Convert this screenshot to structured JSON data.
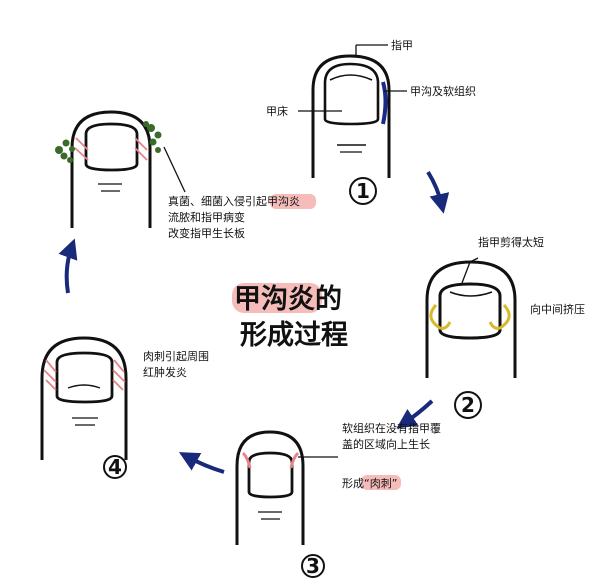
{
  "title": {
    "line1_highlight": "甲沟炎",
    "line1_rest": "的",
    "line2": "形成过程"
  },
  "labels": {
    "nail": "指甲",
    "nail_fold": "甲沟及软组织",
    "nail_bed": "甲床"
  },
  "stages": [
    {
      "number": "1"
    },
    {
      "number": "2",
      "lines": [
        "指甲剪得太短"
      ],
      "side_label": "向中间挤压"
    },
    {
      "number": "3",
      "lines": [
        "软组织在没有指甲覆",
        "盖的区域向上生长"
      ],
      "last_line_prefix": "形成",
      "last_line_highlight": "“肉刺”"
    },
    {
      "number": "4",
      "lines": [
        "肉刺引起周围",
        "红肿发炎"
      ]
    },
    {
      "first_line_prefix": "真菌、细菌入侵引起",
      "first_line_highlight": "甲沟炎",
      "lines": [
        "流脓和指甲病变",
        "改变指甲生长板"
      ]
    }
  ],
  "colors": {
    "arrow": "#1a2a7a",
    "highlight": "#f1a6a3",
    "inflammation": "#e8828a",
    "fungus": "#3a6b2a",
    "nail_fold_mark": "#1a2a8a"
  }
}
